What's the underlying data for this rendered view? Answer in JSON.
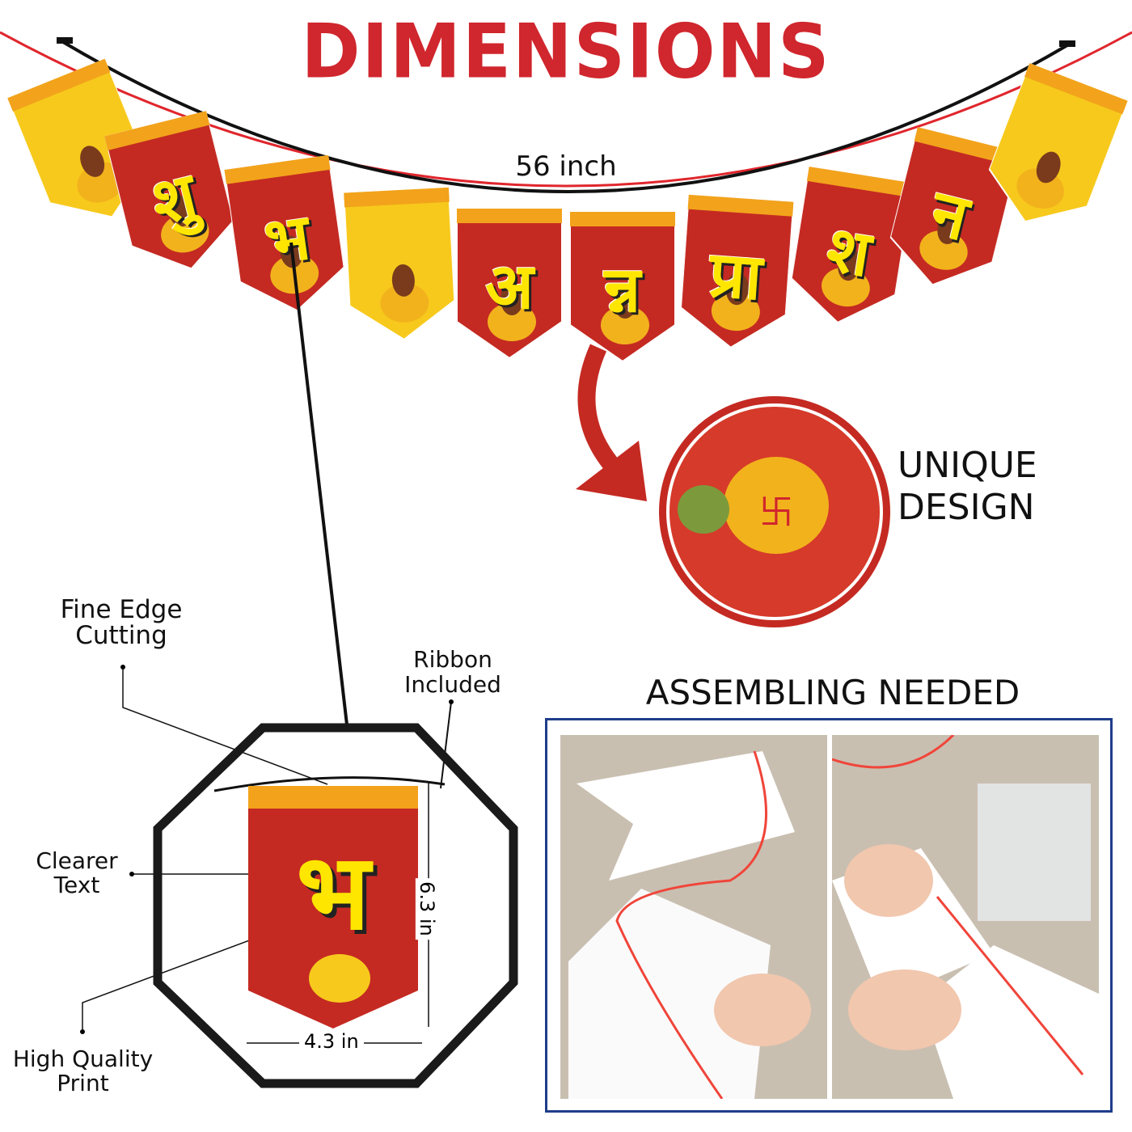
{
  "title": "DIMENSIONS",
  "length_label": "56 inch",
  "banner_flags": [
    {
      "type": "kalash",
      "letter": ""
    },
    {
      "type": "letter",
      "letter": "शु"
    },
    {
      "type": "letter",
      "letter": "भ"
    },
    {
      "type": "kalash",
      "letter": ""
    },
    {
      "type": "letter",
      "letter": "अ"
    },
    {
      "type": "letter",
      "letter": "न्न"
    },
    {
      "type": "letter",
      "letter": "प्रा"
    },
    {
      "type": "letter",
      "letter": "श"
    },
    {
      "type": "letter",
      "letter": "न"
    },
    {
      "type": "kalash",
      "letter": ""
    }
  ],
  "unique_design": {
    "line1": "UNIQUE",
    "line2": "DESIGN"
  },
  "callouts": {
    "fine_edge": {
      "line1": "Fine Edge",
      "line2": "Cutting"
    },
    "ribbon": {
      "line1": "Ribbon",
      "line2": "Included"
    },
    "clearer": {
      "line1": "Clearer",
      "line2": "Text"
    },
    "quality": {
      "line1": "High Quality",
      "line2": "Print"
    }
  },
  "detail_flag": {
    "letter": "भ",
    "width": "4.3 in",
    "height": "6.3 in"
  },
  "assembling": "ASSEMBLING NEEDED",
  "colors": {
    "red": "#d0262d",
    "yellow": "#ffe600",
    "flag_red": "#c42a22",
    "kalash_yellow": "#f7c91c",
    "frame_blue": "#1f3d8a"
  }
}
